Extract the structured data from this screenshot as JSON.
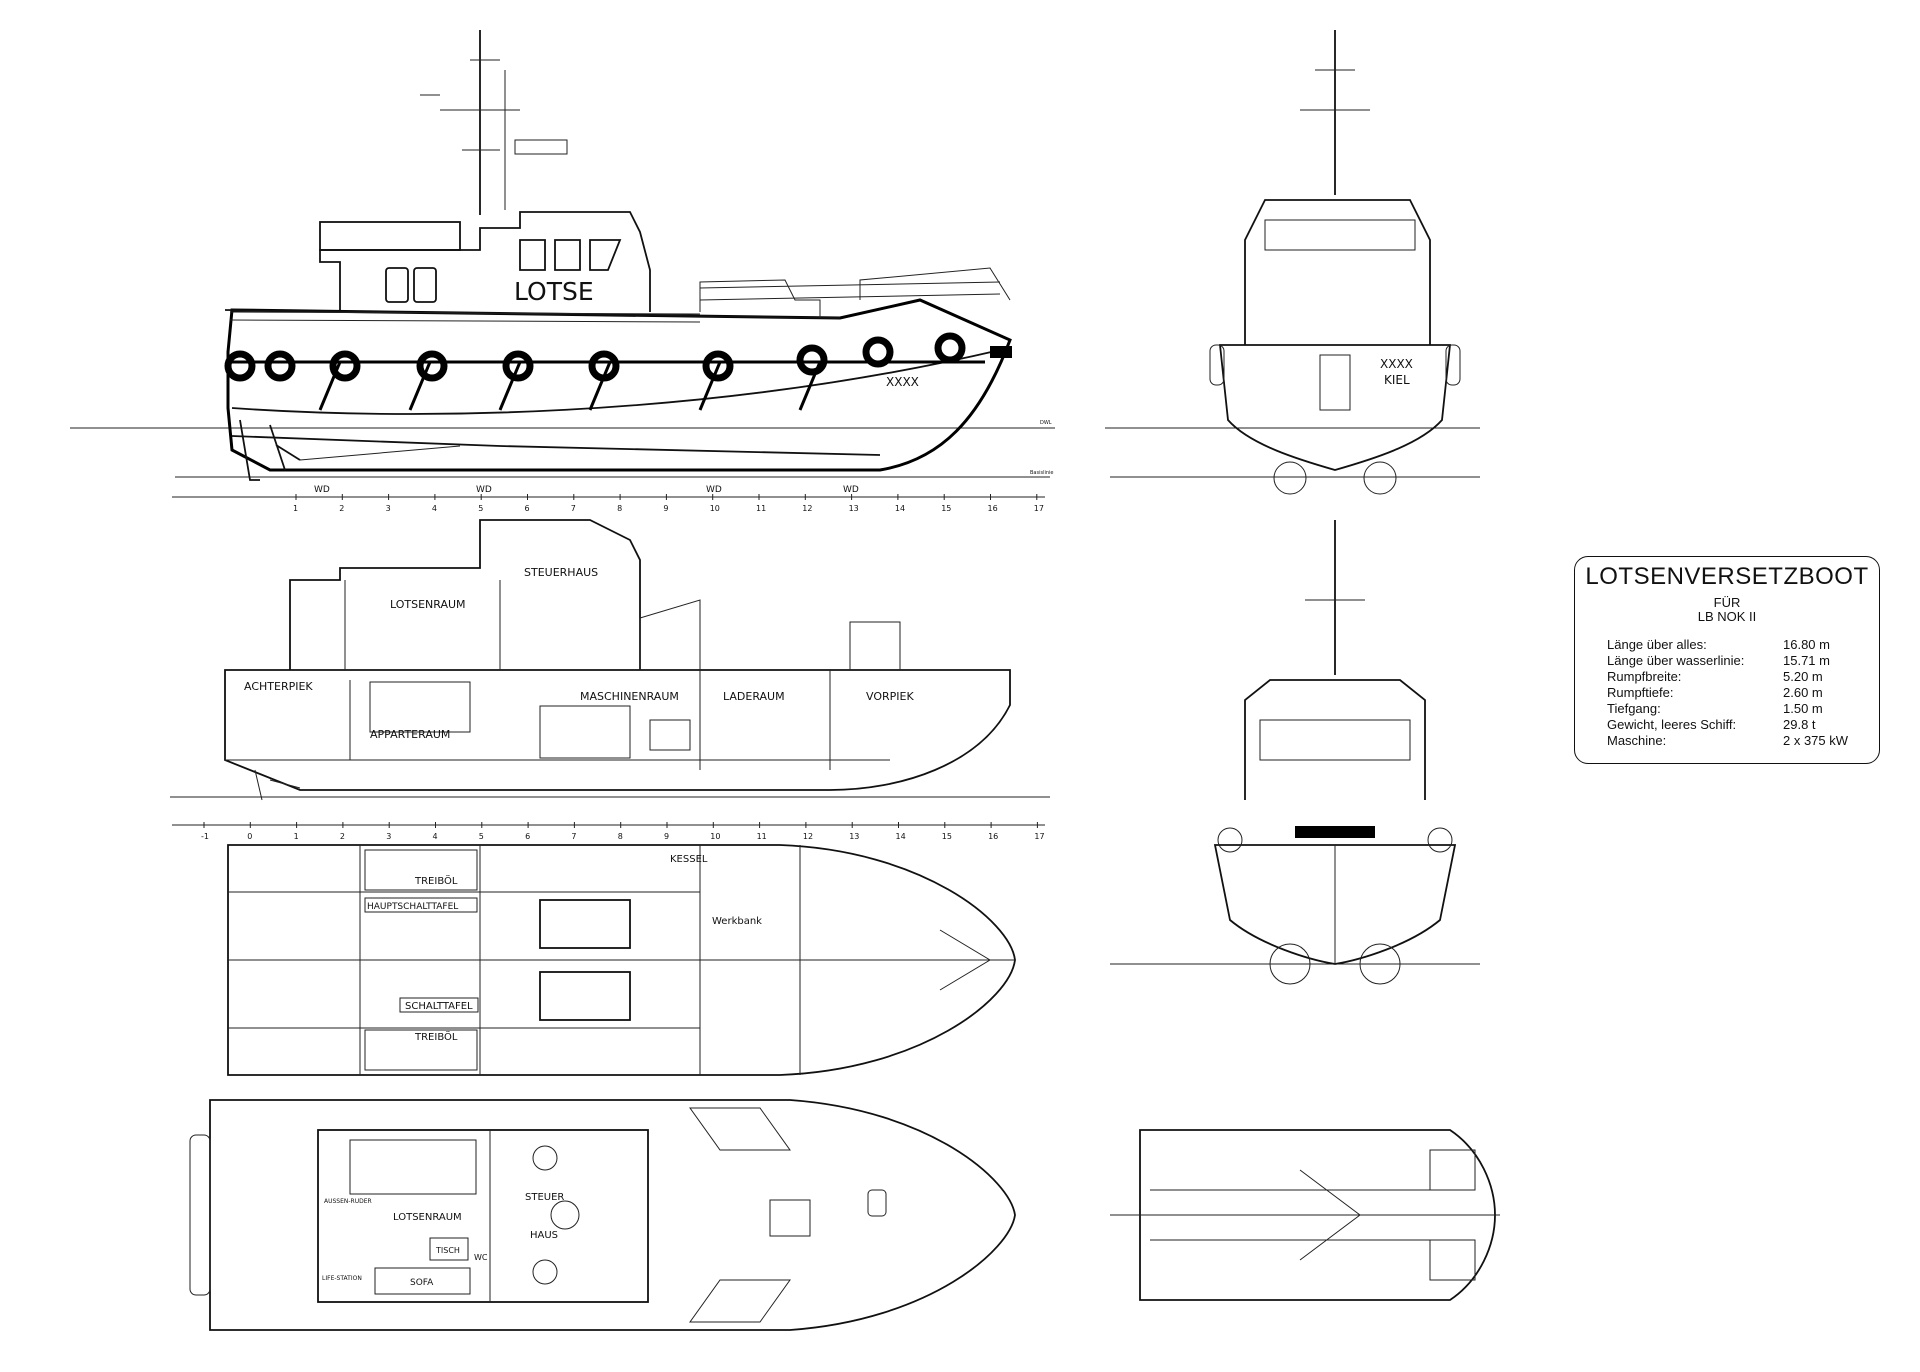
{
  "side_view": {
    "hull_name": "LOTSE",
    "bow_marking": "XXXX",
    "frame_marks": [
      "WD",
      "WD",
      "WD",
      "WD"
    ],
    "frame_numbers": [
      "1",
      "2",
      "3",
      "4",
      "5",
      "6",
      "7",
      "8",
      "9",
      "10",
      "11",
      "12",
      "13",
      "14",
      "15",
      "16",
      "17"
    ],
    "waterline_label_top": "DWL",
    "waterline_label_base": "Basislinie"
  },
  "section_view": {
    "rooms": [
      "STEUERHAUS",
      "LOTSENRAUM",
      "ACHTERPIEK",
      "MASCHINENRAUM",
      "LADERAUM",
      "VORPIEK",
      "APPARTERAUM"
    ],
    "frame_numbers": [
      "-1",
      "0",
      "1",
      "2",
      "3",
      "4",
      "5",
      "6",
      "7",
      "8",
      "9",
      "10",
      "11",
      "12",
      "13",
      "14",
      "15",
      "16",
      "17"
    ]
  },
  "tank_plan": {
    "labels": [
      "TREIBÖL",
      "HAUPTSCHALTTAFEL",
      "KESSEL",
      "Werkbank",
      "SCHALTTAFEL",
      "TREIBÖL"
    ]
  },
  "deck_plan": {
    "labels": [
      "LOTSENRAUM",
      "STEUER",
      "HAUS",
      "TISCH",
      "SOFA",
      "WC",
      "AUSSEN-RUDER",
      "LIFE-STATION"
    ]
  },
  "front_view": {
    "marking_line1": "XXXX",
    "marking_line2": "KIEL"
  },
  "info_box": {
    "title": "LOTSENVERSETZBOOT",
    "sub1": "FÜR",
    "sub2": "LB NOK II",
    "specs": [
      {
        "label": "Länge über alles:",
        "value": "16.80 m"
      },
      {
        "label": "Länge über wasserlinie:",
        "value": "15.71 m"
      },
      {
        "label": "Rumpfbreite:",
        "value": "5.20 m"
      },
      {
        "label": "Rumpftiefe:",
        "value": "2.60 m"
      },
      {
        "label": "Tiefgang:",
        "value": "1.50 m"
      },
      {
        "label": "Gewicht, leeres Schiff:",
        "value": "29.8 t"
      },
      {
        "label": "Maschine:",
        "value": "2 x 375 kW"
      }
    ]
  }
}
